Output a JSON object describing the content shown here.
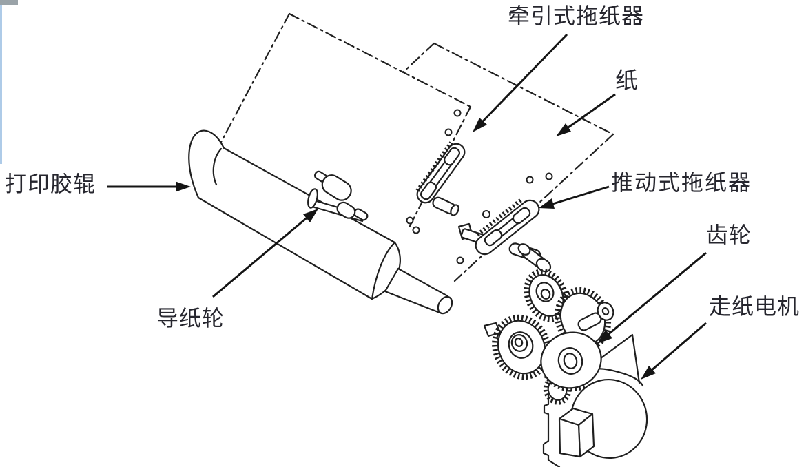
{
  "diagram": {
    "labels": {
      "pull_tractor": "牵引式拖纸器",
      "paper": "纸",
      "platen_roller": "打印胶辊",
      "paper_guide_wheel": "导纸轮",
      "push_tractor": "推动式拖纸器",
      "gear": "齿轮",
      "paper_feed_motor": "走纸电机"
    },
    "colors": {
      "line": "#1f1f1f",
      "label_text": "#26262e",
      "edge_artifact_blue": "#aecbe8",
      "corner_artifact_gray": "#9aa3a8",
      "background": "#ffffff"
    }
  }
}
